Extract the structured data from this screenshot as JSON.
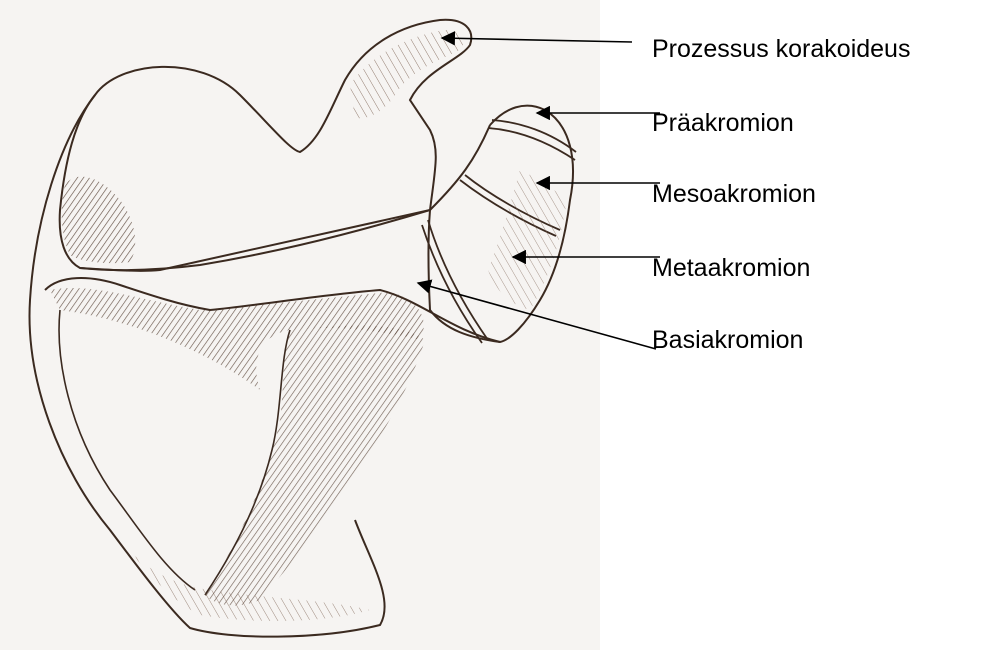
{
  "labels": {
    "coracoid": "Prozessus korakoideus",
    "praeakromion": "Präakromion",
    "mesoakromion": "Mesoakromion",
    "metaakromion": "Metaakromion",
    "basiakromion": "Basiakromion"
  },
  "colors": {
    "ink": "#3b2a20",
    "shade": "#5a4030",
    "leader": "#000000",
    "paper": "#f6f4f2"
  }
}
